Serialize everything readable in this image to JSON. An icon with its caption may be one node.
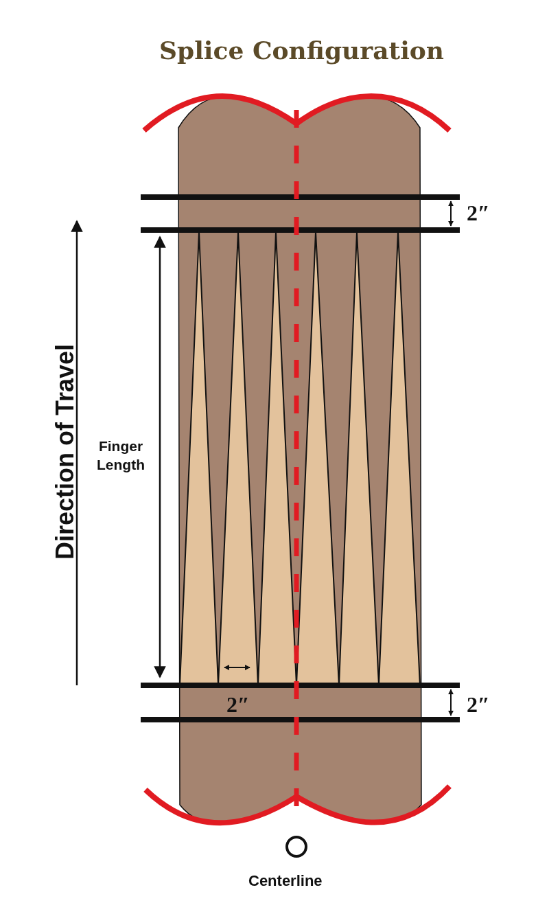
{
  "diagram": {
    "title": "Splice Configuration",
    "labels": [
      "2″",
      "Direction of Travel",
      "Finger Length",
      "2″",
      "2″",
      "Centerline"
    ]
  }
}
